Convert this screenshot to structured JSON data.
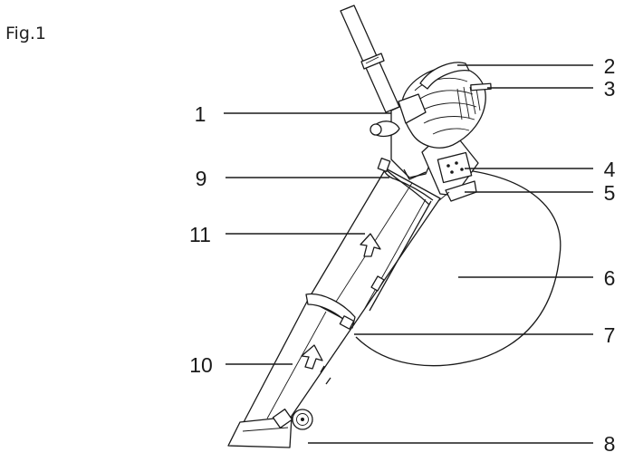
{
  "figure": {
    "caption": "Fig.1"
  },
  "callouts": [
    {
      "id": "1",
      "text": "1"
    },
    {
      "id": "2",
      "text": "2"
    },
    {
      "id": "3",
      "text": "3"
    },
    {
      "id": "4",
      "text": "4"
    },
    {
      "id": "5",
      "text": "5"
    },
    {
      "id": "6",
      "text": "6"
    },
    {
      "id": "7",
      "text": "7"
    },
    {
      "id": "8",
      "text": "8"
    },
    {
      "id": "9",
      "text": "9"
    },
    {
      "id": "10",
      "text": "10"
    },
    {
      "id": "11",
      "text": "11"
    }
  ],
  "colors": {
    "line": "#1a1a1a",
    "background": "#ffffff"
  }
}
